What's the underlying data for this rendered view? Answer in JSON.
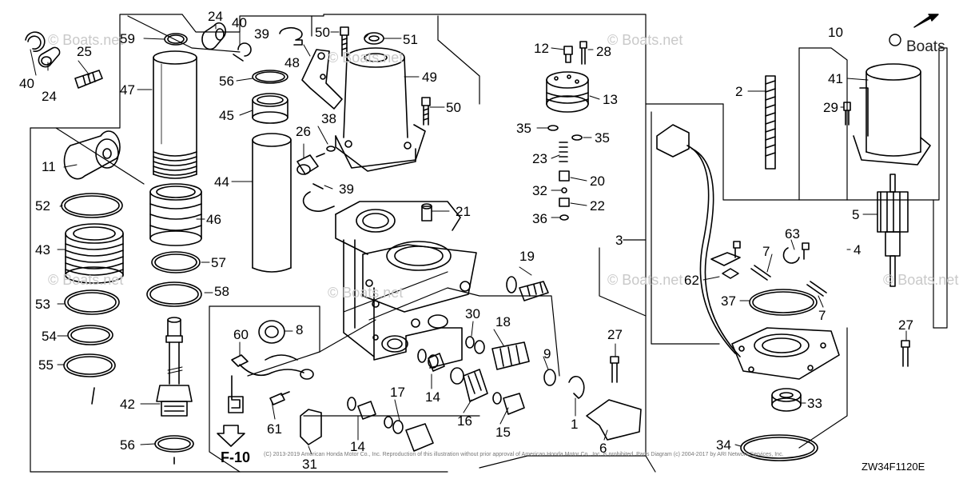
{
  "diagram": {
    "watermark_text": "© Boats.net",
    "brand_logo_text": "Boats",
    "page_reference": "F-10",
    "diagram_code": "ZW34F1120E",
    "copyright_text": "(C) 2013-2019 American Honda Motor Co., Inc. Reproduction of this illustration without prior approval of American Honda Motor Co., Inc. is prohibited. Parts Diagram (c) 2004-2017 by ARI Network Services, Inc.",
    "callouts": [
      {
        "id": "c40a",
        "text": "40"
      },
      {
        "id": "c24a",
        "text": "24"
      },
      {
        "id": "c25",
        "text": "25"
      },
      {
        "id": "c59",
        "text": "59"
      },
      {
        "id": "c47",
        "text": "47"
      },
      {
        "id": "c11",
        "text": "11"
      },
      {
        "id": "c52",
        "text": "52"
      },
      {
        "id": "c43",
        "text": "43"
      },
      {
        "id": "c53",
        "text": "53"
      },
      {
        "id": "c54",
        "text": "54"
      },
      {
        "id": "c55",
        "text": "55"
      },
      {
        "id": "c42",
        "text": "42"
      },
      {
        "id": "c56a",
        "text": "56"
      },
      {
        "id": "c24b",
        "text": "24"
      },
      {
        "id": "c40b",
        "text": "40"
      },
      {
        "id": "c39a",
        "text": "39"
      },
      {
        "id": "c50a",
        "text": "50"
      },
      {
        "id": "c51",
        "text": "51"
      },
      {
        "id": "c48",
        "text": "48"
      },
      {
        "id": "c56b",
        "text": "56"
      },
      {
        "id": "c49",
        "text": "49"
      },
      {
        "id": "c45",
        "text": "45"
      },
      {
        "id": "c50b",
        "text": "50"
      },
      {
        "id": "c38",
        "text": "38"
      },
      {
        "id": "c26",
        "text": "26"
      },
      {
        "id": "c39b",
        "text": "39"
      },
      {
        "id": "c44",
        "text": "44"
      },
      {
        "id": "c46",
        "text": "46"
      },
      {
        "id": "c57",
        "text": "57"
      },
      {
        "id": "c58",
        "text": "58"
      },
      {
        "id": "c21",
        "text": "21"
      },
      {
        "id": "c19",
        "text": "19"
      },
      {
        "id": "c60",
        "text": "60"
      },
      {
        "id": "c8",
        "text": "8"
      },
      {
        "id": "c30",
        "text": "30"
      },
      {
        "id": "c18",
        "text": "18"
      },
      {
        "id": "c9",
        "text": "9"
      },
      {
        "id": "c14a",
        "text": "14"
      },
      {
        "id": "c17",
        "text": "17"
      },
      {
        "id": "c16",
        "text": "16"
      },
      {
        "id": "c15",
        "text": "15"
      },
      {
        "id": "c61",
        "text": "61"
      },
      {
        "id": "c14b",
        "text": "14"
      },
      {
        "id": "c31",
        "text": "31"
      },
      {
        "id": "c12",
        "text": "12"
      },
      {
        "id": "c28",
        "text": "28"
      },
      {
        "id": "c13",
        "text": "13"
      },
      {
        "id": "c35a",
        "text": "35"
      },
      {
        "id": "c35b",
        "text": "35"
      },
      {
        "id": "c23",
        "text": "23"
      },
      {
        "id": "c20",
        "text": "20"
      },
      {
        "id": "c32",
        "text": "32"
      },
      {
        "id": "c22",
        "text": "22"
      },
      {
        "id": "c36",
        "text": "36"
      },
      {
        "id": "c27a",
        "text": "27"
      },
      {
        "id": "c1",
        "text": "1"
      },
      {
        "id": "c6",
        "text": "6"
      },
      {
        "id": "c10",
        "text": "10"
      },
      {
        "id": "c41",
        "text": "41"
      },
      {
        "id": "c29",
        "text": "29"
      },
      {
        "id": "c2",
        "text": "2"
      },
      {
        "id": "c5",
        "text": "5"
      },
      {
        "id": "c3",
        "text": "3"
      },
      {
        "id": "c4",
        "text": "4"
      },
      {
        "id": "c7a",
        "text": "7"
      },
      {
        "id": "c63",
        "text": "63"
      },
      {
        "id": "c62",
        "text": "62"
      },
      {
        "id": "c37",
        "text": "37"
      },
      {
        "id": "c7b",
        "text": "7"
      },
      {
        "id": "c27b",
        "text": "27"
      },
      {
        "id": "c33",
        "text": "33"
      },
      {
        "id": "c34",
        "text": "34"
      }
    ]
  }
}
